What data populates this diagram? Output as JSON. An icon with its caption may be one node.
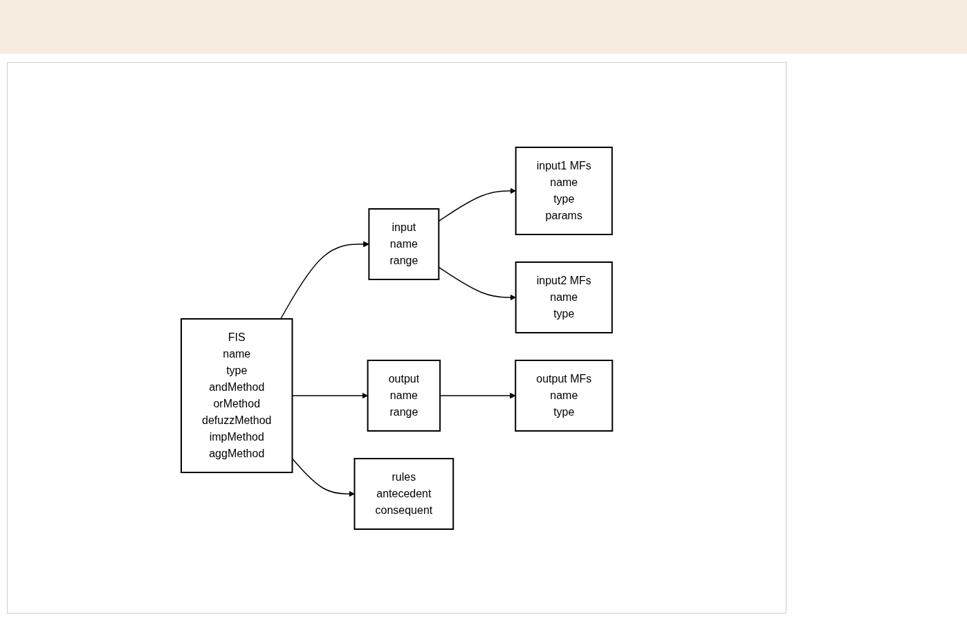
{
  "diagram": {
    "nodes": [
      {
        "text": [
          "FIS",
          "name",
          "type",
          "andMethod",
          "orMethod",
          "defuzzMethod",
          "impMethod",
          "aggMethod"
        ]
      },
      {
        "text": [
          "input",
          "name",
          "range"
        ]
      },
      {
        "text": [
          "output",
          "name",
          "range"
        ]
      },
      {
        "text": [
          "rules",
          "antecedent",
          "consequent"
        ]
      },
      {
        "text": [
          "input1 MFs",
          "name",
          "type",
          "params"
        ]
      },
      {
        "text": [
          "input2 MFs",
          "name",
          "type"
        ]
      },
      {
        "text": [
          "output MFs",
          "name",
          "type"
        ]
      }
    ],
    "edges": [
      {
        "from": 0,
        "to": 1,
        "arrow": "to"
      },
      {
        "from": 0,
        "to": 2,
        "arrow": "to"
      },
      {
        "from": 0,
        "to": 3,
        "arrow": "to"
      },
      {
        "from": 1,
        "to": 4,
        "arrow": "to"
      },
      {
        "from": 1,
        "to": 5,
        "arrow": "to"
      },
      {
        "from": 2,
        "to": 6,
        "arrow": "to"
      }
    ]
  }
}
